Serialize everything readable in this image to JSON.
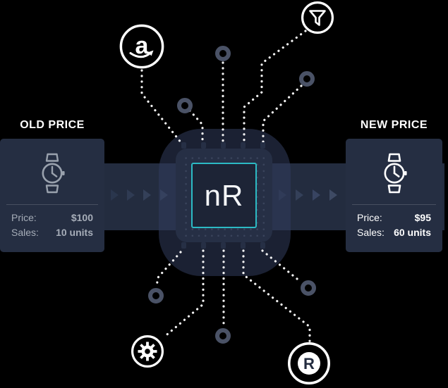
{
  "headings": {
    "old": "OLD PRICE",
    "new": "NEW PRICE"
  },
  "cards": {
    "old": {
      "price_label": "Price:",
      "price_value": "$100",
      "sales_label": "Sales:",
      "sales_value": "10 units"
    },
    "new": {
      "price_label": "Price:",
      "price_value": "$95",
      "sales_label": "Sales:",
      "sales_value": "60 units"
    }
  },
  "chip": {
    "label": "nR"
  },
  "badges": {
    "amazon_letter": "a",
    "reseller_letter": "R"
  },
  "icons": {
    "amazon": "amazon-smile-icon",
    "filter": "funnel-icon",
    "gear": "gear-icon",
    "reseller": "r-badge-icon",
    "watch": "wristwatch-icon",
    "connector": "circuit-node-ring",
    "arrow": "chevron-right-arrow"
  },
  "colors": {
    "accent": "#2CBAC4",
    "card-bg": "#252E42",
    "band-bg": "#232C3F",
    "chip-bg": "#262F45",
    "core-bg": "#1D2436",
    "node": "#4A5266",
    "wire": "#FFFFFF",
    "text-dim": "#A6ADB8",
    "text-bright": "#FFFFFF"
  }
}
